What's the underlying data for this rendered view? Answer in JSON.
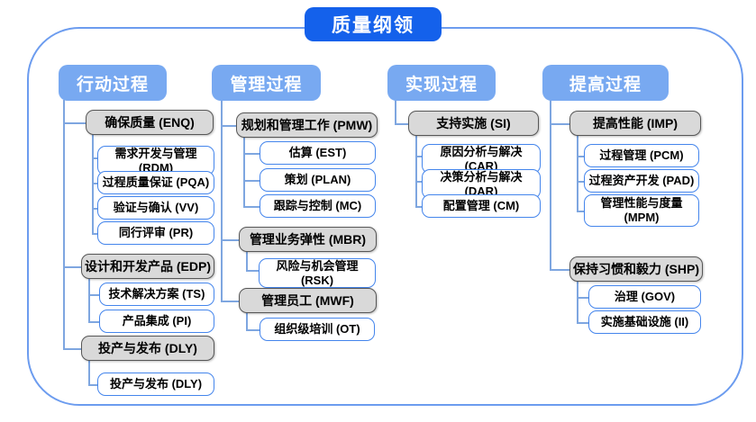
{
  "title": "质量纲领",
  "colors": {
    "root_blue": "#1461eb",
    "header_blue": "#78a9f1",
    "group_gray": "#d9d9d9",
    "leaf_border_blue": "#4485ec",
    "connector_blue": "#7ea6e0",
    "frame_blue": "#6c9cef"
  },
  "columns": [
    {
      "header": "行动过程",
      "groups": [
        {
          "label": "确保质量 (ENQ)",
          "children": [
            "需求开发与管理 (RDM)",
            "过程质量保证 (PQA)",
            "验证与确认 (VV)",
            "同行评审 (PR)"
          ]
        },
        {
          "label": "设计和开发产品 (EDP)",
          "children": [
            "技术解决方案 (TS)",
            "产品集成 (PI)"
          ]
        },
        {
          "label": "投产与发布 (DLY)",
          "children": [
            "投产与发布 (DLY)"
          ]
        }
      ]
    },
    {
      "header": "管理过程",
      "groups": [
        {
          "label": "规划和管理工作 (PMW)",
          "children": [
            "估算 (EST)",
            "策划 (PLAN)",
            "跟踪与控制 (MC)"
          ]
        },
        {
          "label": "管理业务弹性 (MBR)",
          "children": [
            "风险与机会管理 (RSK)"
          ]
        },
        {
          "label": "管理员工 (MWF)",
          "children": [
            "组织级培训 (OT)"
          ]
        }
      ]
    },
    {
      "header": "实现过程",
      "groups": [
        {
          "label": "支持实施 (SI)",
          "children": [
            "原因分析与解决 (CAR)",
            "决策分析与解决 (DAR)",
            "配置管理 (CM)"
          ]
        }
      ]
    },
    {
      "header": "提高过程",
      "groups": [
        {
          "label": "提高性能 (IMP)",
          "children": [
            "过程管理 (PCM)",
            "过程资产开发 (PAD)",
            "管理性能与度量 (MPM)"
          ]
        },
        {
          "label": "保持习惯和毅力 (SHP)",
          "children": [
            "治理 (GOV)",
            "实施基础设施 (II)"
          ]
        }
      ]
    }
  ]
}
